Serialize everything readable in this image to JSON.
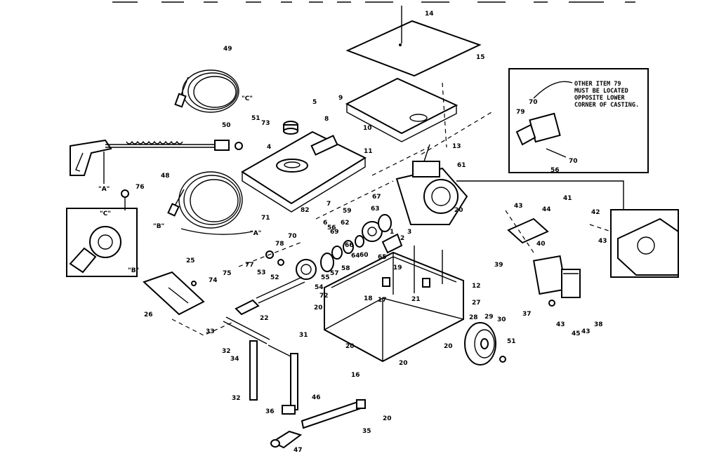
{
  "labels": {
    "l14": "14",
    "l15": "15",
    "l13": "13",
    "l10": "10",
    "l11": "11",
    "l9": "9",
    "l8": "8",
    "l5": "5",
    "l4": "4",
    "l7": "7",
    "l6": "6",
    "l82": "82",
    "l61": "61",
    "l49": "49",
    "l51a": "51",
    "l73": "73",
    "l50": "50",
    "l48": "48",
    "l76": "76",
    "lA1": "\"A\"",
    "lC1": "\"C\"",
    "lB1": "\"B\"",
    "lA2": "\"A\"",
    "lC2": "\"C\"",
    "lB2": "\"B\"",
    "l67": "67",
    "l63": "63",
    "l59": "59",
    "l62": "62",
    "l60": "60",
    "l64": "64",
    "l65": "65",
    "l66": "66",
    "l69": "69",
    "l58": "58",
    "l57": "57",
    "l56": "56",
    "l55": "55",
    "l54": "54",
    "l53": "53",
    "l52": "52",
    "l71": "71",
    "l70": "70",
    "l78": "78",
    "l3": "3",
    "l2": "2",
    "l1": "1",
    "l20a": "20",
    "l19": "19",
    "l12": "12",
    "l27": "27",
    "l28": "28",
    "l29": "29",
    "l30": "30",
    "l31": "31",
    "l20b": "20",
    "l20c": "20",
    "l16": "16",
    "l17": "17",
    "l18": "18",
    "l21": "21",
    "l20d": "20",
    "l22": "22",
    "l72": "72",
    "l77": "77",
    "l75": "75",
    "l74": "74",
    "l25": "25",
    "l26": "26",
    "l33a": "33",
    "l32a": "32",
    "l34": "34",
    "l32b": "32",
    "l36": "36",
    "l46": "46",
    "l20e": "20",
    "l35": "35",
    "l47": "47",
    "l43a": "43",
    "l44": "44",
    "l41": "41",
    "l42": "42",
    "l40": "40",
    "l39": "39",
    "l43b": "43",
    "l37": "37",
    "l45": "45",
    "l43c": "43",
    "l38": "38",
    "l51b": "51",
    "l20f": "20",
    "l70b": "70",
    "l79": "79",
    "l70c": "70",
    "l56b": "56"
  },
  "inset_note": [
    "OTHER ITEM 79",
    "MUST BE LOCATED",
    "OPPOSITE LOWER",
    "CORNER OF CASTING."
  ]
}
